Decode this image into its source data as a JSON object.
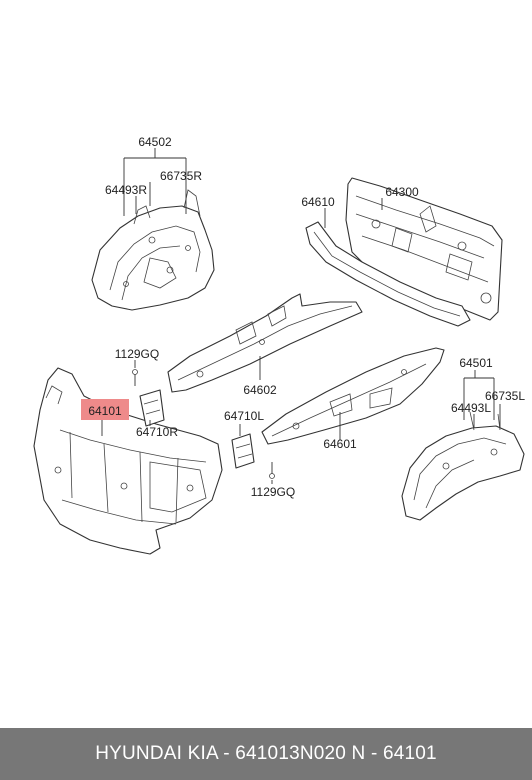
{
  "labels": {
    "l64502": "64502",
    "l66735R": "66735R",
    "l64493R": "64493R",
    "l64610": "64610",
    "l64300": "64300",
    "l1129GQ_top": "1129GQ",
    "l64602": "64602",
    "l64101": "64101",
    "l64710R": "64710R",
    "l64710L": "64710L",
    "l64601": "64601",
    "l1129GQ_bottom": "1129GQ",
    "l64501": "64501",
    "l64493L": "64493L",
    "l66735L": "66735L"
  },
  "highlight_color": "#ee8a8a",
  "footer": {
    "text": "HYUNDAI  KIA - 641013N020     N - 64101"
  }
}
